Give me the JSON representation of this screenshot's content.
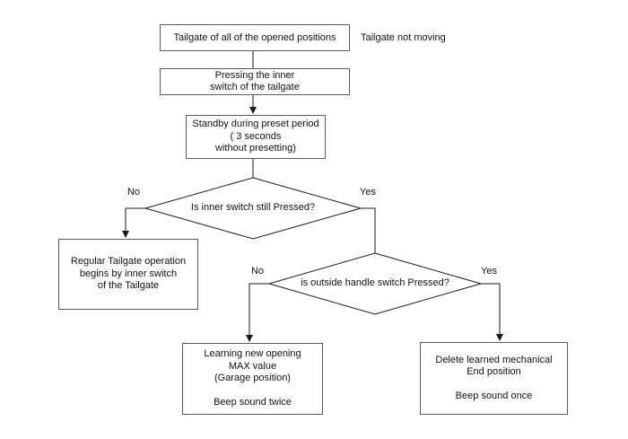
{
  "flowchart": {
    "annotation": "Tailgate not moving",
    "nodes": {
      "start": "Tailgate of all of the opened positions",
      "press_inner": "Pressing the inner\nswitch of the tailgate",
      "standby": "Standby during preset period\n( 3 seconds\nwithout presetting)",
      "regular_operation": "Regular Tailgate operation\nbegins by inner switch\nof the Tailgate",
      "learning_max": "Learning new opening\nMAX value\n(Garage position)\n\nBeep sound twice",
      "delete_end": "Delete learned mechanical\nEnd position\n\nBeep sound once"
    },
    "decisions": {
      "inner_switch": "Is inner switch still Pressed?",
      "outside_handle": "is outside handle switch Pressed?"
    },
    "edge_labels": {
      "inner_no": "No",
      "inner_yes": "Yes",
      "outside_no": "No",
      "outside_yes": "Yes"
    },
    "colors": {
      "background": "#ffffff",
      "box_border": "#595959",
      "line": "#1a1a1a",
      "text": "#111111"
    }
  }
}
